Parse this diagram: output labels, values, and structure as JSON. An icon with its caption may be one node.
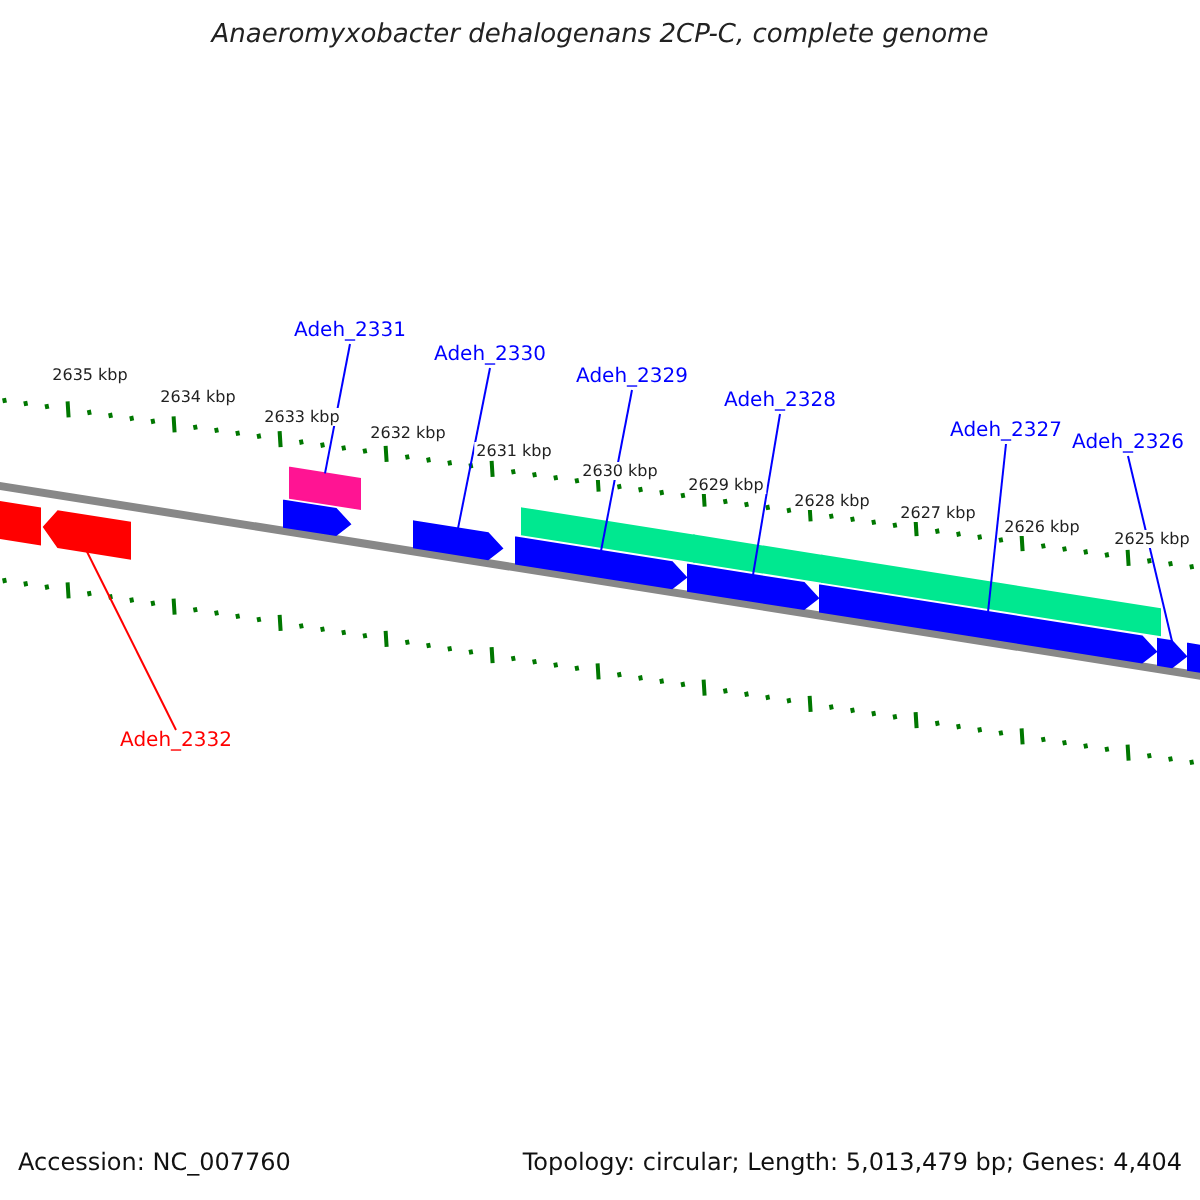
{
  "diagram": {
    "title": "Anaeromyxobacter dehalogenans 2CP-C, complete genome",
    "nodes": [
      {
        "text": [
          "Adeh_2331"
        ]
      },
      {
        "text": [
          "Adeh_2330"
        ]
      },
      {
        "text": [
          "Adeh_2329"
        ]
      },
      {
        "text": [
          "Adeh_2328"
        ]
      },
      {
        "text": [
          "Adeh_2327"
        ]
      },
      {
        "text": [
          "Adeh_2326"
        ]
      },
      {
        "text": [
          "Adeh_2332"
        ]
      },
      {
        "text": [],
        "shape": "arrow"
      },
      {
        "text": [],
        "shape": "arrow"
      },
      {
        "text": [],
        "shape": "bar"
      },
      {
        "text": [],
        "shape": "arrow"
      },
      {
        "text": [],
        "shape": "arrow"
      },
      {
        "text": [],
        "shape": "bar"
      },
      {
        "text": [],
        "shape": "arrow"
      },
      {
        "text": [],
        "shape": "bar"
      },
      {
        "text": [],
        "shape": "arrow"
      },
      {
        "text": [],
        "shape": "bar"
      },
      {
        "text": [],
        "shape": "arrow"
      },
      {
        "text": [],
        "shape": "arrow"
      },
      {
        "text": [],
        "shape": "arrow"
      }
    ],
    "edges": [
      {
        "from": 0,
        "to": 9,
        "arrow": "none"
      },
      {
        "from": 1,
        "to": 11,
        "arrow": "none"
      },
      {
        "from": 2,
        "to": 13,
        "arrow": "none"
      },
      {
        "from": 3,
        "to": 15,
        "arrow": "none"
      },
      {
        "from": 4,
        "to": 17,
        "arrow": "none"
      },
      {
        "from": 5,
        "to": 18,
        "arrow": "none"
      },
      {
        "from": 6,
        "to": 8,
        "arrow": "none",
        "color": "#ff0000"
      }
    ],
    "labels": [
      "2635 kbp",
      "2634 kbp",
      "2633 kbp",
      "2632 kbp",
      "2631 kbp",
      "2630 kbp",
      "2629 kbp",
      "2628 kbp",
      "2627 kbp",
      "2626 kbp",
      "2625 kbp",
      "Accession: NC_007760",
      "Topology: circular; Length: 5,013,479 bp; Genes: 4,404"
    ]
  }
}
